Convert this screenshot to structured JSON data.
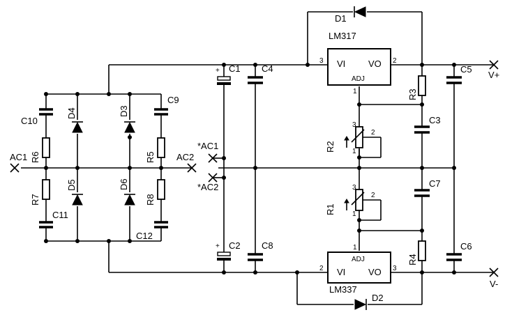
{
  "regulators": {
    "top": {
      "part": "LM317",
      "vi": "VI",
      "vo": "VO",
      "adj": "ADJ",
      "pin_vi": "3",
      "pin_vo": "2",
      "pin_adj": "1"
    },
    "bottom": {
      "part": "LM337",
      "vi": "VI",
      "vo": "VO",
      "adj": "ADJ",
      "pin_vi": "2",
      "pin_vo": "3",
      "pin_adj": "1"
    }
  },
  "diodes": {
    "d1": "D1",
    "d2": "D2",
    "d3": "D3",
    "d4": "D4",
    "d5": "D5",
    "d6": "D6"
  },
  "capacitors": {
    "c1": "C1",
    "c2": "C2",
    "c3": "C3",
    "c4": "C4",
    "c5": "C5",
    "c6": "C6",
    "c7": "C7",
    "c8": "C8",
    "c9": "C9",
    "c10": "C10",
    "c11": "C11",
    "c12": "C12"
  },
  "resistors": {
    "r3": "R3",
    "r4": "R4",
    "r5": "R5",
    "r6": "R6",
    "r7": "R7",
    "r8": "R8"
  },
  "potentiometers": {
    "r1": {
      "label": "R1",
      "pin1": "1",
      "pin2": "2",
      "pin3": "3"
    },
    "r2": {
      "label": "R2",
      "pin1": "1",
      "pin2": "2",
      "pin3": "3"
    }
  },
  "terminals": {
    "ac1_left": "AC1",
    "ac2_right": "AC2",
    "ac1_star": "*AC1",
    "ac2_star": "*AC2",
    "v_plus": "V+",
    "v_minus": "V-"
  },
  "polarity": {
    "plus": "+"
  }
}
